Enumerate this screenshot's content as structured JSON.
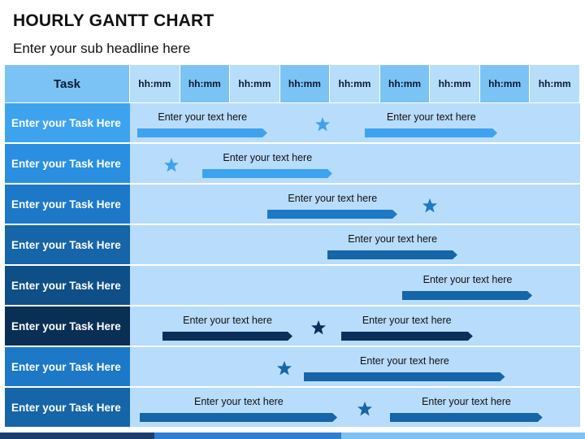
{
  "title": "HOURLY GANTT CHART",
  "subtitle": "Enter your sub headline here",
  "colors": {
    "header_task_bg": "#7cc3f5",
    "header_alt": [
      "#b6defa",
      "#7cc3f5"
    ],
    "row_bg": "#b8dcfb",
    "row_label_colors": [
      "#3ea3ee",
      "#2a8fe0",
      "#1d79c8",
      "#1565a8",
      "#0e4f88",
      "#0a2f55",
      "#1d79c8",
      "#1565a8"
    ],
    "bar_colors": [
      "#3ea3ee",
      "#3ea3ee",
      "#1d79c8",
      "#1565a8",
      "#1565a8",
      "#0b2f5a",
      "#1565a8",
      "#1565a8"
    ],
    "footer": [
      "#1a3f73",
      "#2f7fd0",
      "#7cc3f5"
    ]
  },
  "header": {
    "task_label": "Task",
    "time_labels": [
      "hh:mm",
      "hh:mm",
      "hh:mm",
      "hh:mm",
      "hh:mm",
      "hh:mm",
      "hh:mm",
      "hh:mm",
      "hh:mm"
    ]
  },
  "rows": [
    {
      "label": "Enter your Task Here",
      "bars": [
        {
          "start": 0.15,
          "end": 2.75,
          "label": "Enter your text here"
        },
        {
          "start": 4.7,
          "end": 7.35,
          "label": "Enter your text here"
        }
      ],
      "stars": [
        3.85
      ]
    },
    {
      "label": "Enter your Task Here",
      "bars": [
        {
          "start": 1.45,
          "end": 4.05,
          "label": "Enter your text here"
        }
      ],
      "stars": [
        0.83
      ]
    },
    {
      "label": "Enter your Task Here",
      "bars": [
        {
          "start": 2.75,
          "end": 5.35,
          "label": "Enter your text here"
        }
      ],
      "stars": [
        6.0
      ]
    },
    {
      "label": "Enter your Task Here",
      "bars": [
        {
          "start": 3.95,
          "end": 6.55,
          "label": "Enter your text here"
        }
      ],
      "stars": []
    },
    {
      "label": "Enter your Task Here",
      "bars": [
        {
          "start": 5.45,
          "end": 8.05,
          "label": "Enter your text here"
        }
      ],
      "stars": []
    },
    {
      "label": "Enter your Task Here",
      "bars": [
        {
          "start": 0.65,
          "end": 3.25,
          "label": "Enter your text here"
        },
        {
          "start": 4.22,
          "end": 6.85,
          "label": "Enter your text here"
        }
      ],
      "stars": [
        3.77
      ]
    },
    {
      "label": "Enter your Task Here",
      "bars": [
        {
          "start": 3.48,
          "end": 7.5,
          "label": "Enter your text here"
        }
      ],
      "stars": [
        3.08
      ]
    },
    {
      "label": "Enter your Task Here",
      "bars": [
        {
          "start": 0.2,
          "end": 4.15,
          "label": "Enter your text here"
        },
        {
          "start": 5.2,
          "end": 8.25,
          "label": "Enter your text here"
        }
      ],
      "stars": [
        4.7
      ]
    }
  ]
}
